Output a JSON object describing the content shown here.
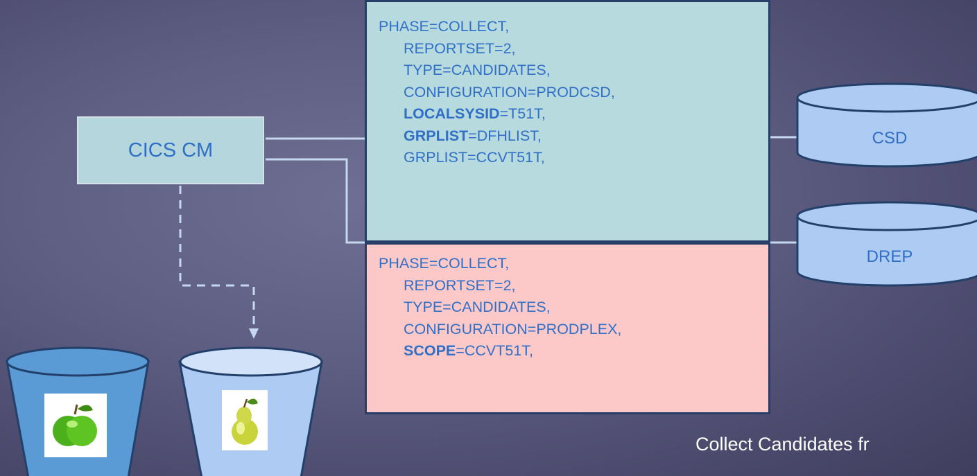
{
  "cics_box": {
    "label": "CICS CM"
  },
  "collect_csd": {
    "lines": [
      {
        "key": "PHASE",
        "val": "=COLLECT,",
        "bold": false,
        "indent": false
      },
      {
        "key": "REPORTSET",
        "val": "=2,",
        "bold": false,
        "indent": true
      },
      {
        "key": "TYPE",
        "val": "=CANDIDATES,",
        "bold": false,
        "indent": true
      },
      {
        "key": "CONFIGURATION",
        "val": "=PRODCSD,",
        "bold": false,
        "indent": true
      },
      {
        "key": "LOCALSYSID",
        "val": "=T51T,",
        "bold": true,
        "indent": true
      },
      {
        "key": "GRPLIST",
        "val": "=DFHLIST,",
        "bold": true,
        "indent": true
      },
      {
        "key": "GRPLIST",
        "val": "=CCVT51T,",
        "bold": false,
        "indent": true
      }
    ]
  },
  "collect_drep": {
    "lines": [
      {
        "key": "PHASE",
        "val": "=COLLECT,",
        "bold": false,
        "indent": false
      },
      {
        "key": "REPORTSET",
        "val": "=2,",
        "bold": false,
        "indent": true
      },
      {
        "key": "TYPE",
        "val": "=CANDIDATES,",
        "bold": false,
        "indent": true
      },
      {
        "key": "CONFIGURATION",
        "val": "=PRODPLEX,",
        "bold": false,
        "indent": true
      },
      {
        "key": "SCOPE",
        "val": "=CCVT51T,",
        "bold": true,
        "indent": true
      }
    ]
  },
  "datastores": {
    "csd": "CSD",
    "drep": "DREP"
  },
  "buckets": [
    {
      "fill": "#5b9bd5",
      "content": "green-apple-icon"
    },
    {
      "fill": "#aecbf3",
      "content": "pear-icon"
    }
  ],
  "caption": "Collect Candidates fr",
  "colors": {
    "teal_box": "#b7dadf",
    "pink_box": "#fcc8c8",
    "cylinder": "#aecbf3",
    "text_blue": "#2f6fc6",
    "connector": "#c6d8ef"
  }
}
